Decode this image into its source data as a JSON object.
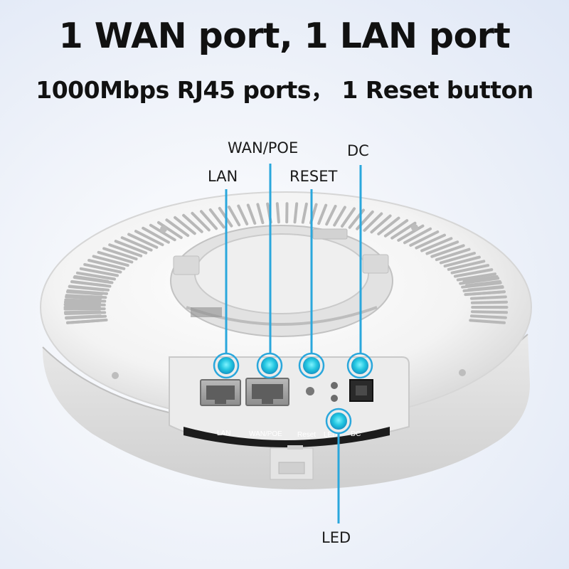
{
  "heading": {
    "title": "1 WAN port, 1 LAN port",
    "subtitle": "1000Mbps RJ45 ports， 1 Reset button"
  },
  "callouts": {
    "wan_poe": "WAN/POE",
    "dc": "DC",
    "lan": "LAN",
    "reset": "RESET",
    "led": "LED"
  },
  "panel_labels": {
    "lan": "LAN",
    "wan_poe": "WAN/POE",
    "reset": "Reset",
    "led": "LED",
    "dc": "DC"
  },
  "colors": {
    "accent_line": "#2aa7dc",
    "marker_glow": "#2ad0e6",
    "device_body": "#f4f4f4",
    "label_strip": "#1c1c1c"
  }
}
